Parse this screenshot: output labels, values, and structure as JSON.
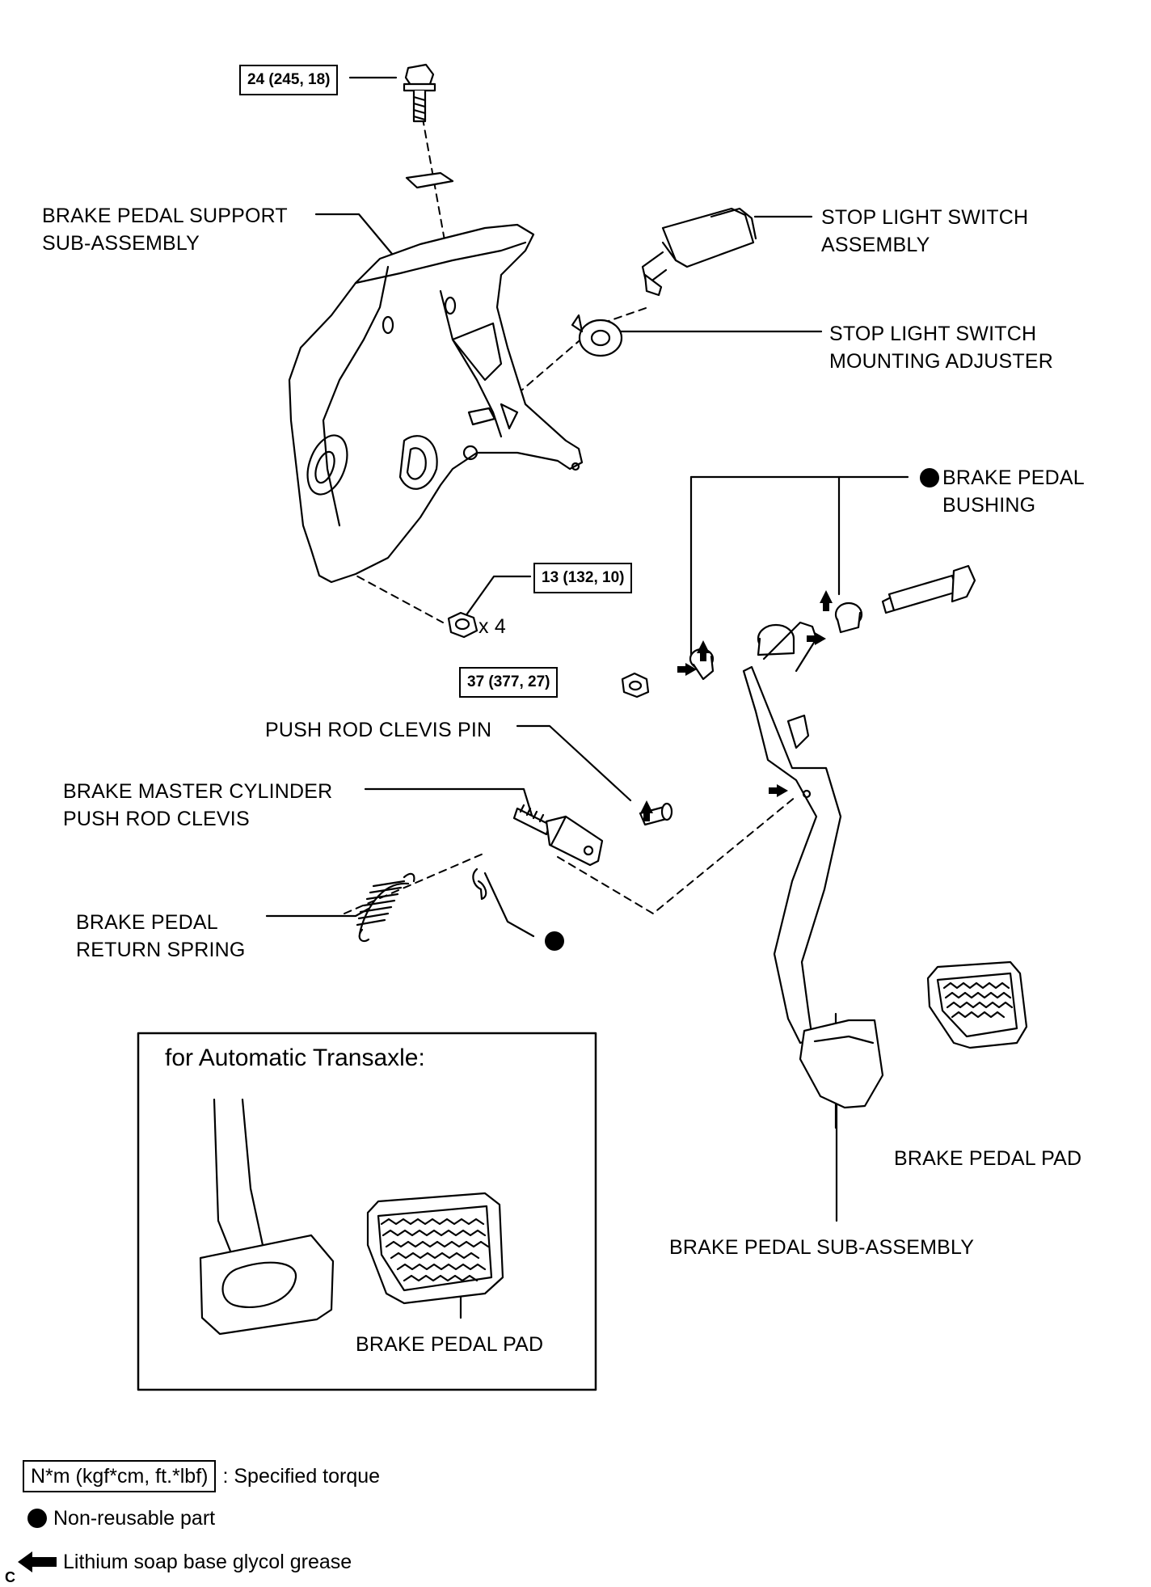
{
  "torques": {
    "bolt": "24 (245, 18)",
    "nut4": "13 (132, 10)",
    "pivot_nut": "37 (377, 27)"
  },
  "qty": {
    "x4": "x 4"
  },
  "labels": {
    "support": [
      "BRAKE PEDAL SUPPORT",
      "SUB-ASSEMBLY"
    ],
    "stop_switch": [
      "STOP LIGHT SWITCH",
      "ASSEMBLY"
    ],
    "adjuster": [
      "STOP LIGHT SWITCH",
      "MOUNTING ADJUSTER"
    ],
    "bushing": [
      "BRAKE PEDAL",
      "BUSHING"
    ],
    "clevis_pin": "PUSH ROD CLEVIS PIN",
    "clevis": [
      "BRAKE MASTER CYLINDER",
      "PUSH ROD CLEVIS"
    ],
    "spring": [
      "BRAKE PEDAL",
      "RETURN SPRING"
    ],
    "pad_main": "BRAKE PEDAL PAD",
    "pedal_sub": "BRAKE PEDAL SUB-ASSEMBLY",
    "pad_inset": "BRAKE PEDAL PAD"
  },
  "inset": {
    "title": "for Automatic Transaxle:"
  },
  "legend": {
    "torque_unit": "N*m (kgf*cm, ft.*lbf)",
    "torque_desc": ": Specified torque",
    "nonreusable": "Non-reusable part",
    "grease": "Lithium soap base glycol grease"
  },
  "corner": "C",
  "icons": [
    "nonreusable-dot-icon",
    "grease-arrow-icon"
  ]
}
